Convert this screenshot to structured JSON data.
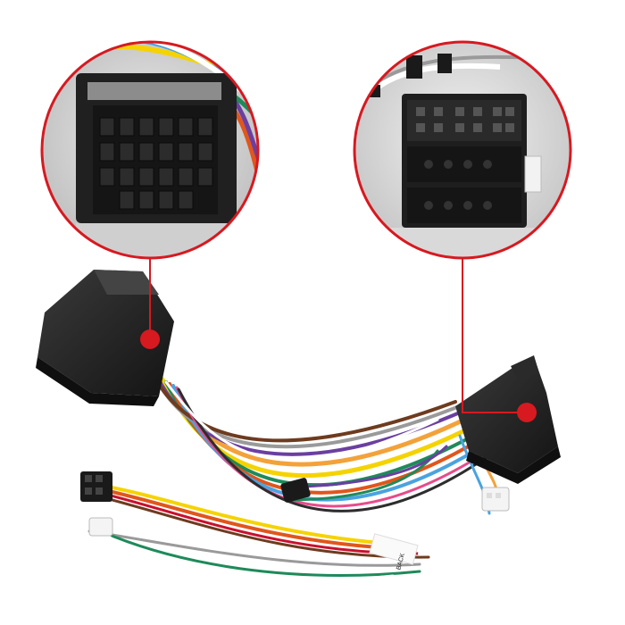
{
  "image": {
    "subject": "car-stereo-wiring-harness",
    "colors": {
      "accent_red": "#d71920",
      "connector_black": "#1e1e1e",
      "background": "#ffffff"
    },
    "callouts": [
      {
        "name": "left-zoom-callout"
      },
      {
        "name": "right-zoom-callout"
      }
    ],
    "label_text": "BACK"
  }
}
